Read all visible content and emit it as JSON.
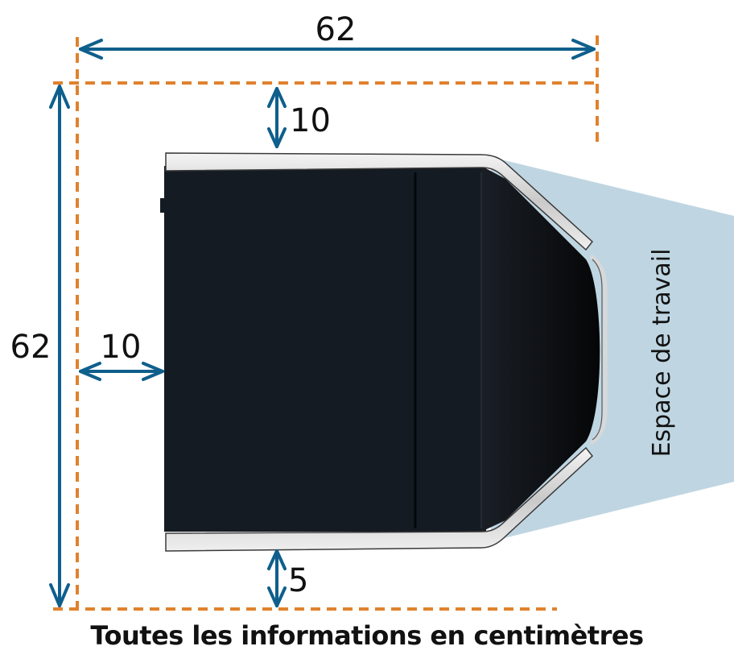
{
  "dimensions": {
    "total_width": "62",
    "total_height": "62",
    "top_clearance": "10",
    "left_clearance": "10",
    "bottom_clearance": "5"
  },
  "labels": {
    "workspace": "Espace de travail",
    "caption": "Toutes les informations en centimètres"
  },
  "colors": {
    "arrow": "#0f5f8c",
    "dashed": "#e0822e",
    "workspace_fill": "#bfd6e2",
    "machine_body": "#151b22"
  }
}
